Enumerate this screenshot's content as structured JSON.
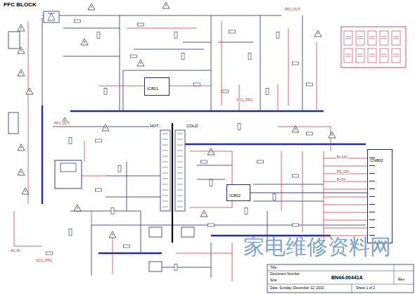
{
  "diagram": {
    "nodes": [
      {
        "text": [
          "IC801"
        ]
      },
      {
        "text": [
          "IC802"
        ]
      },
      {
        "text": [
          "CN802"
        ]
      },
      {
        "text": [
          "BN44-00441A"
        ]
      }
    ],
    "edges": [
      {
        "from": 1,
        "to": 2,
        "arrow": "none"
      }
    ],
    "labels": [
      "PFC BLOCK",
      "PFC OUT",
      "VCC_PFC",
      "PFC OUT",
      "HOT",
      "COLD",
      "B+13V",
      "PS_ON",
      "B+5V",
      "AC IN",
      "VCC_PFC",
      "Title",
      "Document Number",
      "Size",
      "Date: Sunday, December 12, 2010",
      "Sheet 1 of 2",
      "Rev",
      "家电维修资料网"
    ]
  }
}
